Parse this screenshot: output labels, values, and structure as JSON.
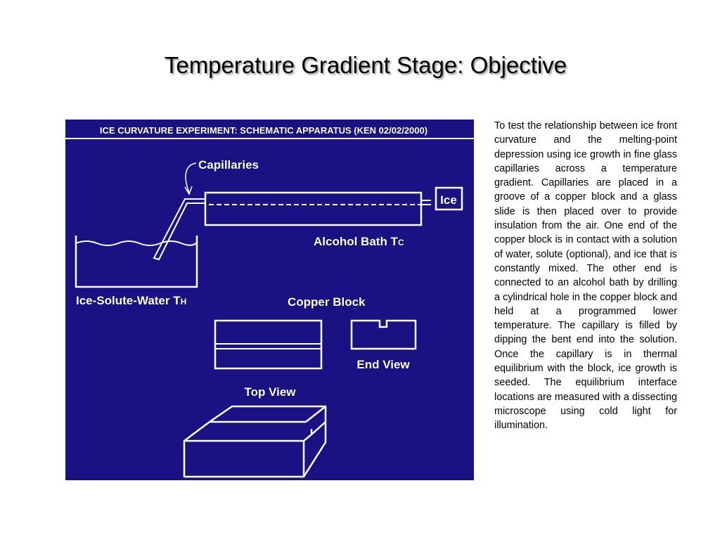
{
  "slide": {
    "title": "Temperature Gradient Stage: Objective",
    "description": "To test the relationship between ice front curvature and the melting-point depression using ice growth in fine glass capillaries across a temperature gradient. Capillaries are placed in a groove of a copper block and a glass slide is then placed over to provide insulation from the air. One end of the copper block is in contact with a solution of water, solute (optional), and ice that is constantly mixed. The other end is connected to an alcohol bath by drilling a cylindrical hole in the copper block and held at a programmed lower temperature. The capillary is filled by dipping the bent end into the solution. Once the capillary is in thermal equilibrium with the block, ice growth is seeded. The equilibrium interface locations are measured with a dissecting microscope using cold light for illumination."
  },
  "diagram": {
    "header": "ICE CURVATURE EXPERIMENT: SCHEMATIC APPARATUS (KEN 02/02/2000)",
    "labels": {
      "capillaries": "Capillaries",
      "ice": "Ice",
      "alcohol_bath": "Alcohol Bath T",
      "alcohol_bath_sub": "C",
      "ice_solute_water": "Ice-Solute-Water T",
      "ice_solute_water_sub": "H",
      "copper_block": "Copper Block",
      "end_view": "End View",
      "top_view": "Top View"
    },
    "colors": {
      "background": "#1a1185",
      "lines": "#ffffff"
    }
  }
}
